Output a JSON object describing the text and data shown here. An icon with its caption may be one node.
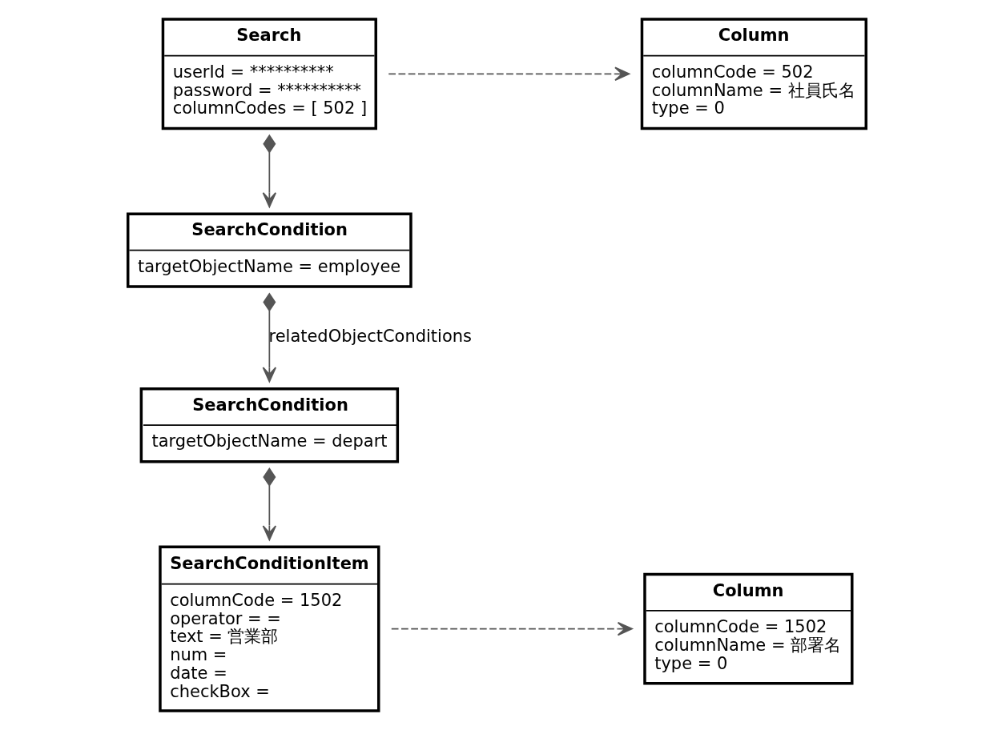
{
  "diagram": {
    "nodes": [
      {
        "text": [
          "Search",
          "userId = **********",
          "password = **********",
          "columnCodes = [ 502 ]"
        ]
      },
      {
        "text": [
          "Column",
          "columnCode = 502",
          "columnName = 社員氏名",
          "type = 0"
        ]
      },
      {
        "text": [
          "SearchCondition",
          "targetObjectName = employee"
        ]
      },
      {
        "text": [
          "SearchCondition",
          "targetObjectName = depart"
        ]
      },
      {
        "text": [
          "SearchConditionItem",
          "columnCode = 1502",
          "operator = =",
          "text = 営業部",
          "num =",
          "date =",
          "checkBox ="
        ]
      },
      {
        "text": [
          "Column",
          "columnCode = 1502",
          "columnName = 部署名",
          "type = 0"
        ]
      }
    ],
    "edges": [
      {
        "from": 0,
        "to": 1,
        "arrow": "to",
        "style": "dashed"
      },
      {
        "from": 0,
        "to": 2,
        "arrow": "to"
      },
      {
        "from": 2,
        "to": 3,
        "arrow": "to",
        "label": "relatedObjectConditions"
      },
      {
        "from": 3,
        "to": 4,
        "arrow": "to"
      },
      {
        "from": 4,
        "to": 5,
        "arrow": "to",
        "style": "dashed"
      }
    ]
  }
}
